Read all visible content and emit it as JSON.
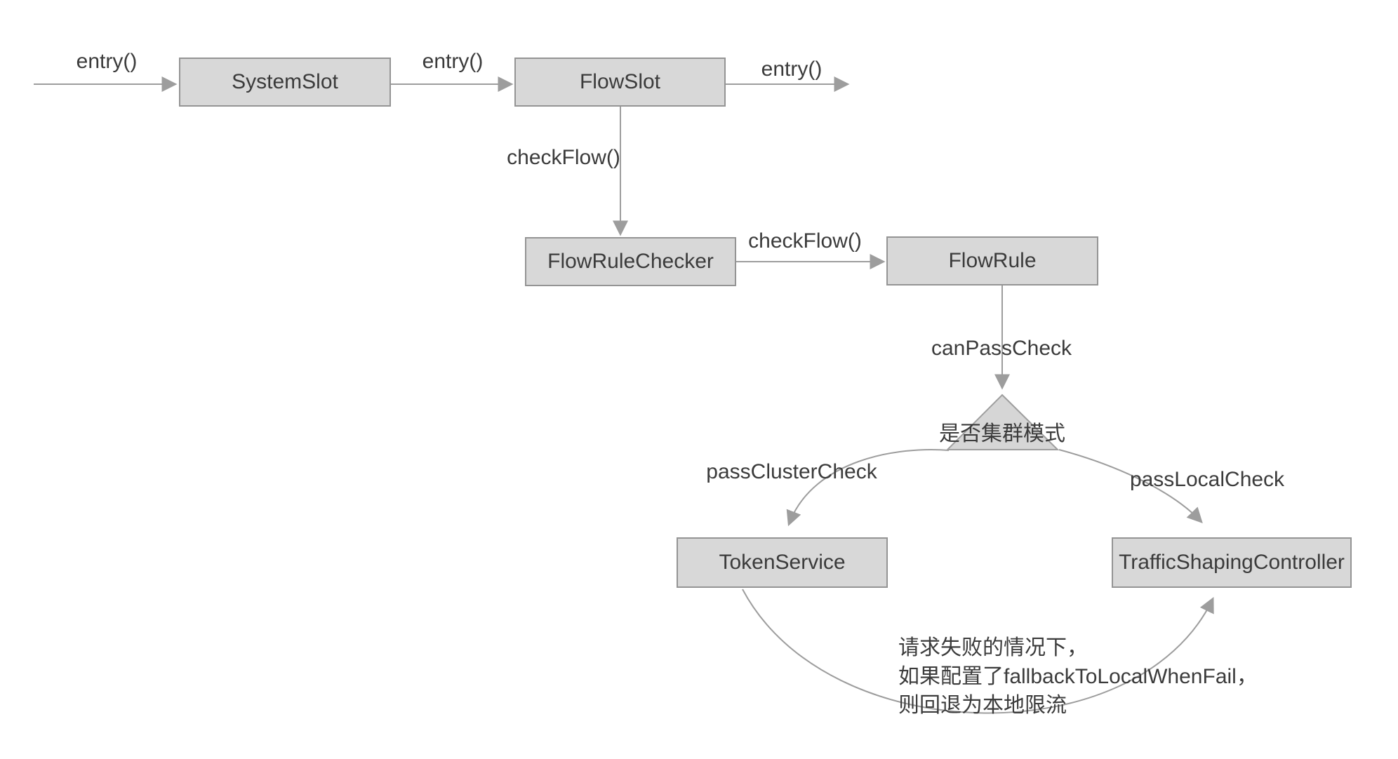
{
  "diagram": {
    "nodes": [
      {
        "id": "system-slot",
        "label": "SystemSlot"
      },
      {
        "id": "flow-slot",
        "label": "FlowSlot"
      },
      {
        "id": "flow-rule-checker",
        "label": "FlowRuleChecker"
      },
      {
        "id": "flow-rule",
        "label": "FlowRule"
      },
      {
        "id": "token-service",
        "label": "TokenService"
      },
      {
        "id": "traffic-shaping-controller",
        "label": "TrafficShapingController"
      }
    ],
    "decision": {
      "label": "是否集群模式"
    },
    "edges": {
      "entry_in": "entry()",
      "entry_mid": "entry()",
      "entry_out": "entry()",
      "check_flow_down": "checkFlow()",
      "check_flow_right": "checkFlow()",
      "can_pass_check": "canPassCheck",
      "pass_cluster_check": "passClusterCheck",
      "pass_local_check": "passLocalCheck"
    },
    "note_lines": [
      "请求失败的情况下，",
      "如果配置了fallbackToLocalWhenFail，",
      "则回退为本地限流"
    ],
    "colors": {
      "node_fill": "#d8d8d8",
      "node_border": "#949494",
      "triangle_fill": "#d6d6d6",
      "edge": "#9d9d9d",
      "text": "#3b3b3b",
      "background": "#ffffff"
    }
  }
}
